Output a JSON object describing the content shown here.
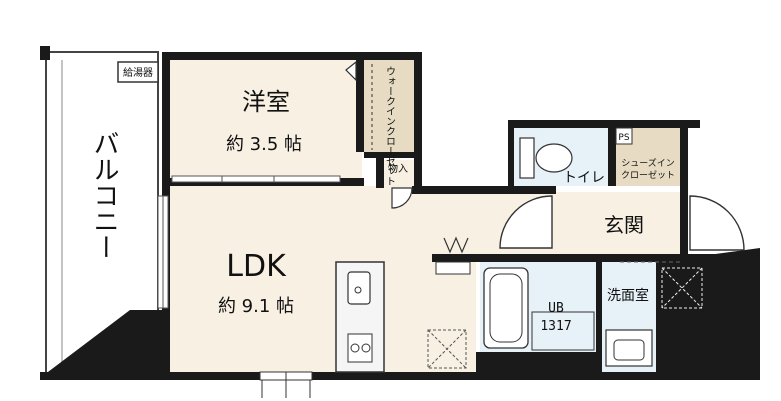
{
  "rooms": {
    "western": {
      "name": "洋室",
      "size": "約 3.5 帖"
    },
    "ldk": {
      "name": "LDK",
      "size": "約 9.1 帖"
    },
    "entrance": {
      "name": "玄関"
    },
    "washroom": {
      "name": "洗面室"
    },
    "toilet": {
      "name": "トイレ"
    },
    "bath": {
      "name": "UB",
      "code": "1317"
    }
  },
  "labels": {
    "balcony": "バルコニー",
    "water_heater": "給湯器",
    "walk_in_closet": "ウォークインクローゼット",
    "storage": "物入",
    "shoes_closet_line1": "シューズイン",
    "shoes_closet_line2": "クローゼット",
    "ps": "PS"
  },
  "colors": {
    "wall": "#1a1a1a",
    "room_floor": "#f7f0e3",
    "wet_area": "#e6f1f8",
    "closet_floor": "#e7dcc3",
    "counter": "#f5f5f5"
  }
}
